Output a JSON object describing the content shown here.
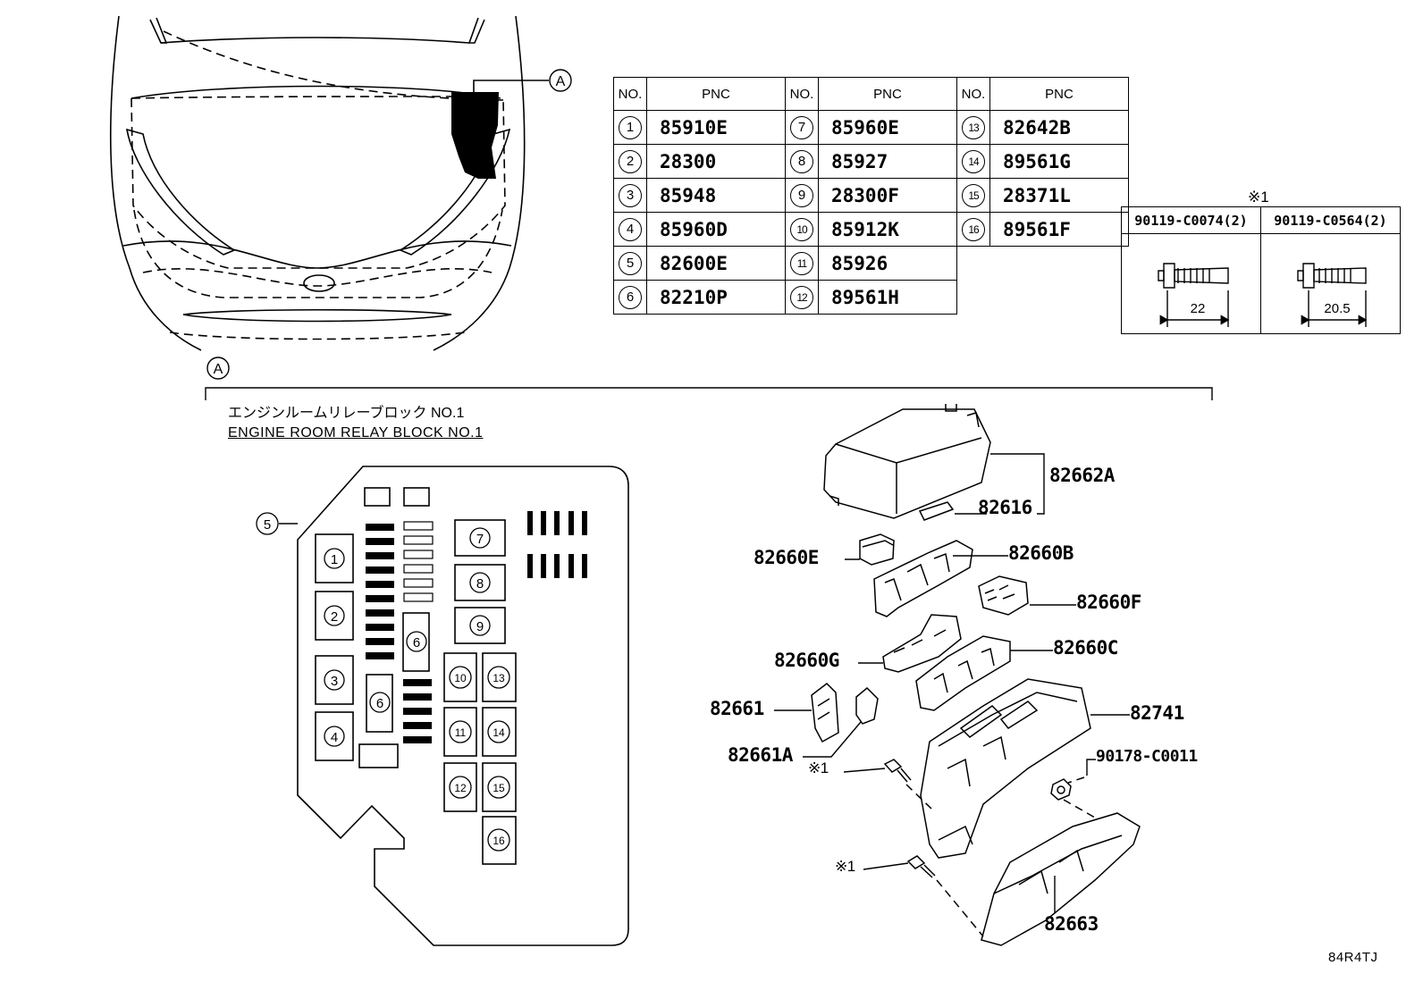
{
  "pnc_table": {
    "headers": {
      "no": "NO.",
      "pnc": "PNC"
    },
    "columns": [
      [
        {
          "no": "1",
          "pnc": "85910E"
        },
        {
          "no": "2",
          "pnc": "28300"
        },
        {
          "no": "3",
          "pnc": "85948"
        },
        {
          "no": "4",
          "pnc": "85960D"
        },
        {
          "no": "5",
          "pnc": "82600E"
        },
        {
          "no": "6",
          "pnc": "82210P"
        }
      ],
      [
        {
          "no": "7",
          "pnc": "85960E"
        },
        {
          "no": "8",
          "pnc": "85927"
        },
        {
          "no": "9",
          "pnc": "28300F"
        },
        {
          "no": "10",
          "pnc": "85912K"
        },
        {
          "no": "11",
          "pnc": "85926"
        },
        {
          "no": "12",
          "pnc": "89561H"
        }
      ],
      [
        {
          "no": "13",
          "pnc": "82642B"
        },
        {
          "no": "14",
          "pnc": "89561G"
        },
        {
          "no": "15",
          "pnc": "28371L"
        },
        {
          "no": "16",
          "pnc": "89561F"
        }
      ]
    ]
  },
  "bolt_table": {
    "note_mark": "※1",
    "bolts": [
      {
        "part": "90119-C0074(2)",
        "dimension": "22"
      },
      {
        "part": "90119-C0564(2)",
        "dimension": "20.5"
      }
    ]
  },
  "view_callout": "A",
  "section": {
    "title_jp": "エンジンルームリレーブロック NO.1",
    "title_en": "ENGINE ROOM RELAY BLOCK NO.1"
  },
  "layout_numbers": [
    "1",
    "2",
    "3",
    "4",
    "5",
    "6",
    "6",
    "7",
    "8",
    "9",
    "10",
    "11",
    "12",
    "13",
    "14",
    "15",
    "16"
  ],
  "part_labels": {
    "cover": "82662A",
    "small_part": "82616",
    "b": "82660B",
    "e": "82660E",
    "f": "82660F",
    "c": "82660C",
    "g": "82660G",
    "block": "82741",
    "l1": "82661",
    "l1a": "82661A",
    "nut": "90178-C0011",
    "bottom": "82663",
    "note1": "※1",
    "note2": "※1"
  },
  "diagram_code": "84R4TJ"
}
